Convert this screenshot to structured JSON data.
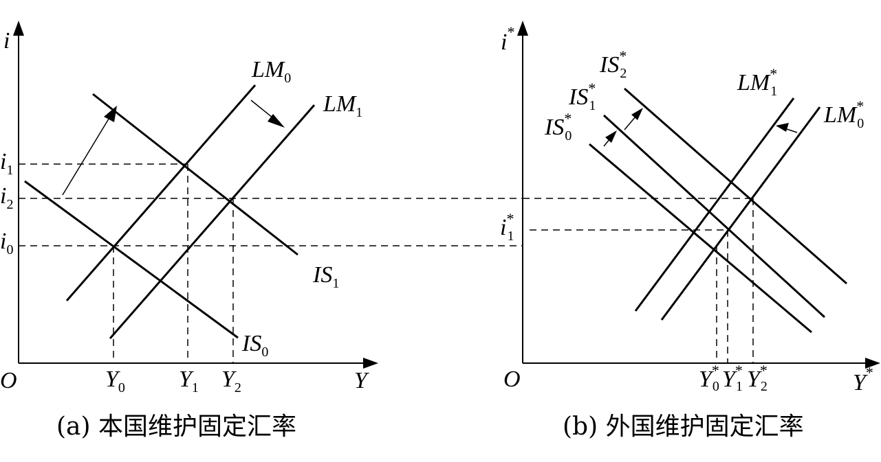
{
  "panel_a": {
    "caption": "(a) 本国维护固定汇率",
    "axis": {
      "y_var": "i",
      "x_var": "Y",
      "origin": "O"
    },
    "curves": {
      "LM0": {
        "base": "LM",
        "sub": "0"
      },
      "LM1": {
        "base": "LM",
        "sub": "1"
      },
      "IS0": {
        "base": "IS",
        "sub": "0"
      },
      "IS1": {
        "base": "IS",
        "sub": "1"
      }
    },
    "y_ticks": [
      {
        "base": "i",
        "sub": "1"
      },
      {
        "base": "i",
        "sub": "2"
      },
      {
        "base": "i",
        "sub": "0"
      }
    ],
    "x_ticks": [
      {
        "base": "Y",
        "sub": "0"
      },
      {
        "base": "Y",
        "sub": "1"
      },
      {
        "base": "Y",
        "sub": "2"
      }
    ]
  },
  "panel_b": {
    "caption": "(b) 外国维护固定汇率",
    "axis": {
      "y_var": "i",
      "y_sup": "*",
      "x_var": "Y",
      "x_sup": "*",
      "origin": "O"
    },
    "curves": {
      "IS2": {
        "base": "IS",
        "sup": "*",
        "sub": "2"
      },
      "IS1": {
        "base": "IS",
        "sup": "*",
        "sub": "1"
      },
      "IS0": {
        "base": "IS",
        "sup": "*",
        "sub": "0"
      },
      "LM1": {
        "base": "LM",
        "sup": "*",
        "sub": "1"
      },
      "LM0": {
        "base": "LM",
        "sup": "*",
        "sub": "0"
      }
    },
    "y_ticks": [
      {
        "base": "i",
        "sup": "*",
        "sub": "1"
      }
    ],
    "x_ticks": [
      {
        "base": "Y",
        "sup": "*",
        "sub": "0"
      },
      {
        "base": "Y",
        "sup": "*",
        "sub": "1"
      },
      {
        "base": "Y",
        "sup": "*",
        "sub": "2"
      }
    ]
  }
}
